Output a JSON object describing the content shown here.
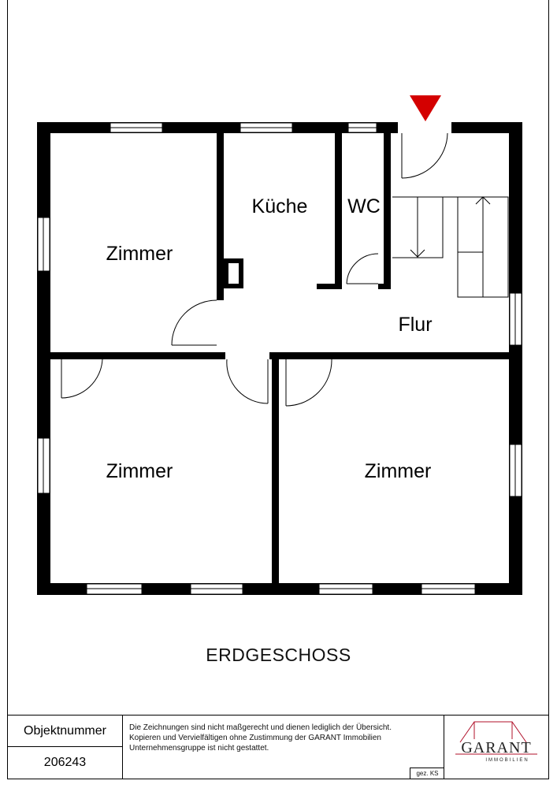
{
  "floor_title": "ERDGESCHOSS",
  "rooms": {
    "zimmer_top_left": "Zimmer",
    "kueche": "Küche",
    "wc": "WC",
    "flur": "Flur",
    "zimmer_bottom_left": "Zimmer",
    "zimmer_bottom_right": "Zimmer"
  },
  "title_block": {
    "object_label": "Objektnummer",
    "object_number": "206243",
    "disclaimer": [
      "Die Zeichnungen sind nicht maßgerecht und dienen lediglich der Übersicht.",
      "Kopieren und Vervielfältigen ohne Zustimmung der GARANT Immobilien",
      "Unternehmensgruppe ist nicht gestattet."
    ],
    "drawn_by": "gez. KS",
    "logo_name": "GARANT",
    "logo_sub": "IMMOBILIEN"
  },
  "colors": {
    "wall": "#000000",
    "entrance_marker": "#d40000",
    "logo_accent": "#b0102a"
  },
  "icons": {
    "entrance": "entrance-triangle-icon",
    "logo": "garant-roof-logo-icon"
  }
}
